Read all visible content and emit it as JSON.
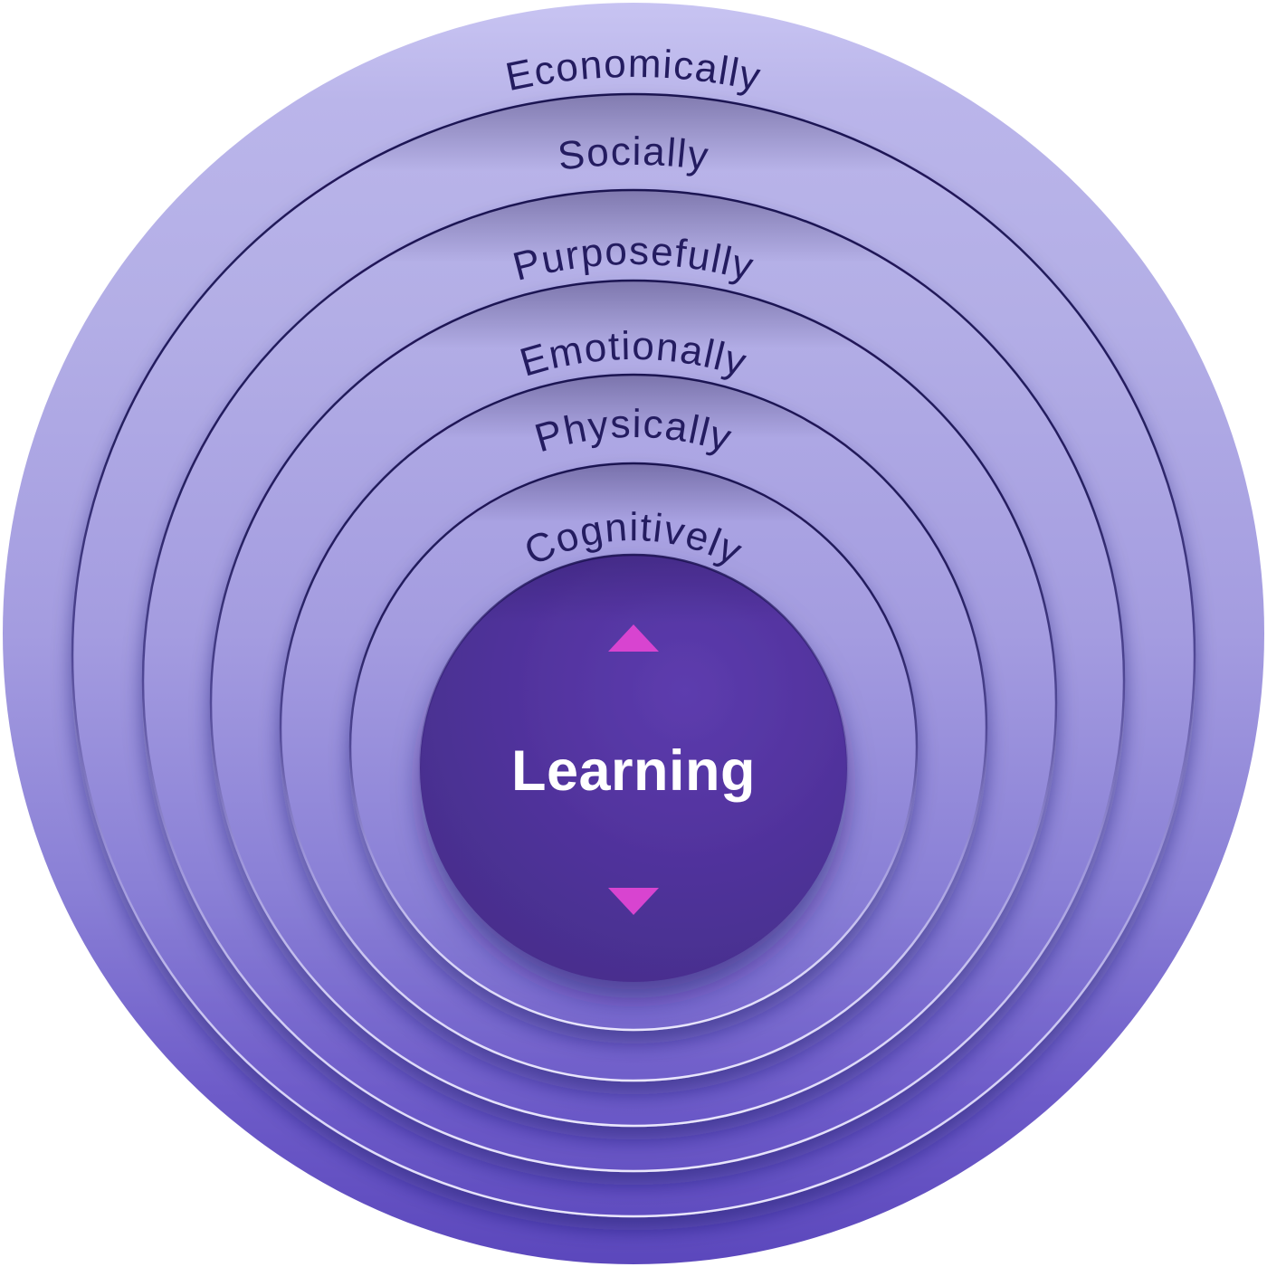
{
  "diagram": {
    "description": "Concentric rings diagram linking Learning to dimensions of wellbeing",
    "rings": [
      {
        "label": "Economically"
      },
      {
        "label": "Socially"
      },
      {
        "label": "Purposefully"
      },
      {
        "label": "Emotionally"
      },
      {
        "label": "Physically"
      },
      {
        "label": "Cognitively"
      }
    ],
    "center": {
      "label": "Learning",
      "up_icon": "up-triangle",
      "down_icon": "down-triangle"
    },
    "colors": {
      "ring_fill_top": "#c8c4f2",
      "ring_fill_bottom": "#5b47bc",
      "line_dark": "#1e1655",
      "line_light": "#e9e6fc",
      "center_fill": "#50339c",
      "arrow_pink": "#d844d0",
      "label_ink": "#241c60",
      "center_text": "#ffffff",
      "background": "#ffffff"
    }
  }
}
